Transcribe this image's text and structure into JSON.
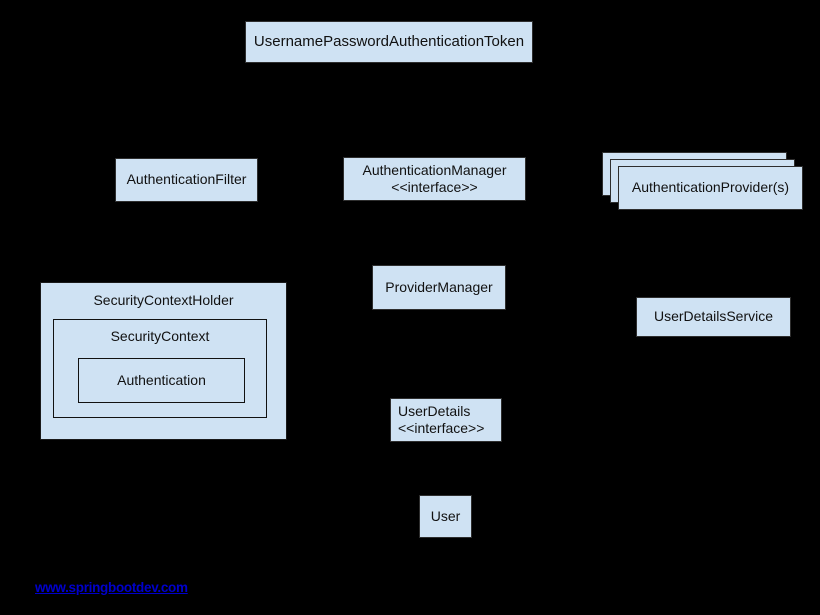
{
  "nodes": {
    "token": {
      "label": "UsernamePasswordAuthenticationToken"
    },
    "authentication_filter": {
      "label": "AuthenticationFilter"
    },
    "authentication_manager": {
      "label": "AuthenticationManager",
      "stereotype": "<<interface>>"
    },
    "authentication_providers": {
      "label": "AuthenticationProvider(s)"
    },
    "provider_manager": {
      "label": "ProviderManager"
    },
    "user_details_service": {
      "label": "UserDetailsService"
    },
    "security_context_holder": {
      "label": "SecurityContextHolder"
    },
    "security_context": {
      "label": "SecurityContext"
    },
    "authentication": {
      "label": "Authentication"
    },
    "user_details": {
      "label": "UserDetails",
      "stereotype": "<<interface>>"
    },
    "user": {
      "label": "User"
    }
  },
  "footer": {
    "link_text": "www.springbootdev.com"
  },
  "colors": {
    "background": "#000000",
    "node_fill": "#cfe2f3",
    "node_border": "#2e2e2e",
    "text": "#111111",
    "link": "#0000cc"
  }
}
